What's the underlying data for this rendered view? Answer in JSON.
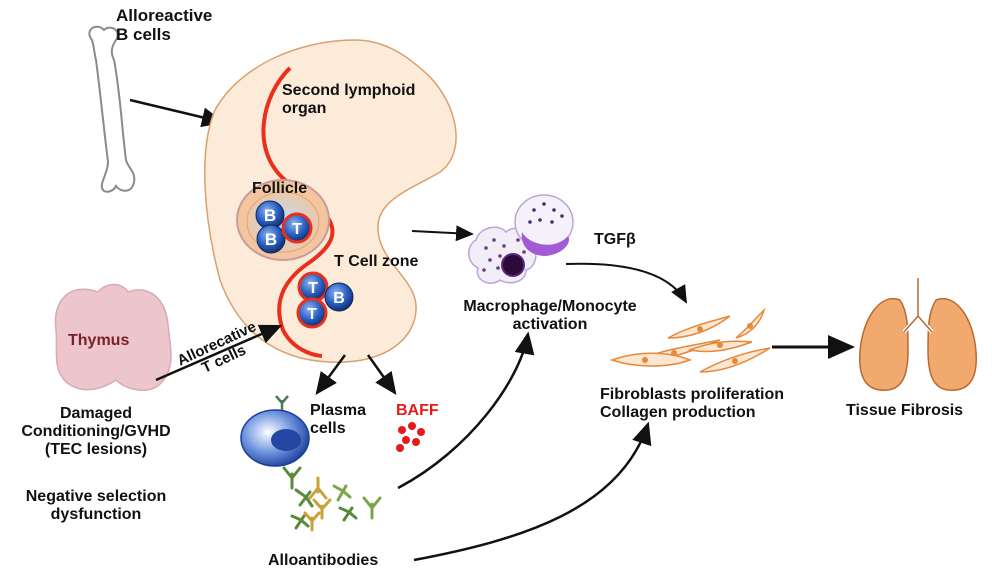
{
  "labels": {
    "alloreactive_b_cells": "Alloreactive\nB cells",
    "second_lymphoid_organ": "Second lymphoid\norgan",
    "follicle": "Follicle",
    "t_cell_zone": "T Cell zone",
    "thymus": "Thymus",
    "allorecative_t_cells": "Allorecative\nT cells",
    "damaged_conditioning": "Damaged\nConditioning/GVHD\n(TEC lesions)",
    "negative_selection": "Negative selection\ndysfunction",
    "plasma_cells": "Plasma\ncells",
    "baff": "BAFF",
    "alloantibodies": "Alloantibodies",
    "macrophage_monocyte": "Macrophage/Monocyte\nactivation",
    "tgfb": "TGFβ",
    "fibroblasts": "Fibroblasts proliferation\nCollagen production",
    "tissue_fibrosis": "Tissue Fibrosis"
  },
  "cell_letters": {
    "b": "B",
    "t": "T"
  },
  "colors": {
    "organ_fill": "#fdebd9",
    "organ_outline": "#d9a070",
    "capsule_red": "#e8301c",
    "thymus_pink": "#ecc6cc",
    "thymus_text": "#7a1e2a",
    "baff_red": "#e21b1b",
    "cell_blue": "#1f4fb0",
    "fibroblast_orange": "#e9873a",
    "lung_orange": "#f2a96d",
    "macrophage_purple": "#8e52b8"
  }
}
